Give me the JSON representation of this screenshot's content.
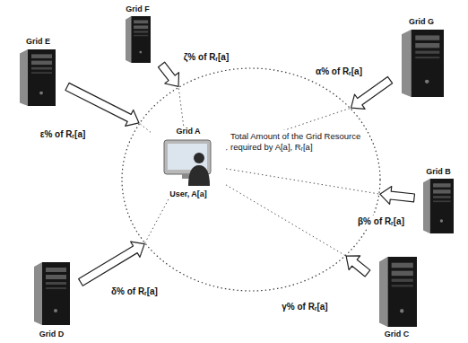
{
  "diagram": {
    "nodes": [
      {
        "text": [
          "Grid F"
        ]
      },
      {
        "text": [
          "Grid G"
        ]
      },
      {
        "text": [
          "Grid E"
        ]
      },
      {
        "text": [
          "Total Amount of the Grid Resource required by A[a], Rᵣ[a]"
        ]
      },
      {
        "text": [
          "Grid A",
          "User, A[a]"
        ],
        "in": 3
      },
      {
        "text": [
          "Grid B"
        ]
      },
      {
        "text": [
          "Grid D"
        ]
      },
      {
        "text": [
          "Grid C"
        ]
      }
    ],
    "edges": [
      {
        "from": 1,
        "to": 3,
        "label": "α% of Rᵣ[a]",
        "arrow": "to"
      },
      {
        "from": 5,
        "to": 3,
        "label": "β% of Rᵣ[a]",
        "arrow": "to"
      },
      {
        "from": 7,
        "to": 3,
        "label": "γ% of Rᵣ[a]",
        "arrow": "to"
      },
      {
        "from": 6,
        "to": 3,
        "label": "δ% of Rᵣ[a]",
        "arrow": "to"
      },
      {
        "from": 2,
        "to": 3,
        "label": "ε% of Rᵣ[a]",
        "arrow": "to"
      },
      {
        "from": 0,
        "to": 3,
        "label": "ζ% of Rᵣ[a]",
        "arrow": "to"
      }
    ]
  }
}
